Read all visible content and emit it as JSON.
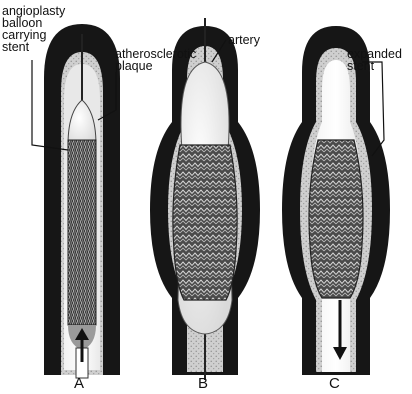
{
  "labels": {
    "balloon_stent": "angioplasty\nballoon\ncarrying\nstent",
    "plaque": "atherosclerotic\nplaque",
    "artery": "artery",
    "expanded_stent": "expanded\nstent"
  },
  "panels": [
    "A",
    "B",
    "C"
  ]
}
